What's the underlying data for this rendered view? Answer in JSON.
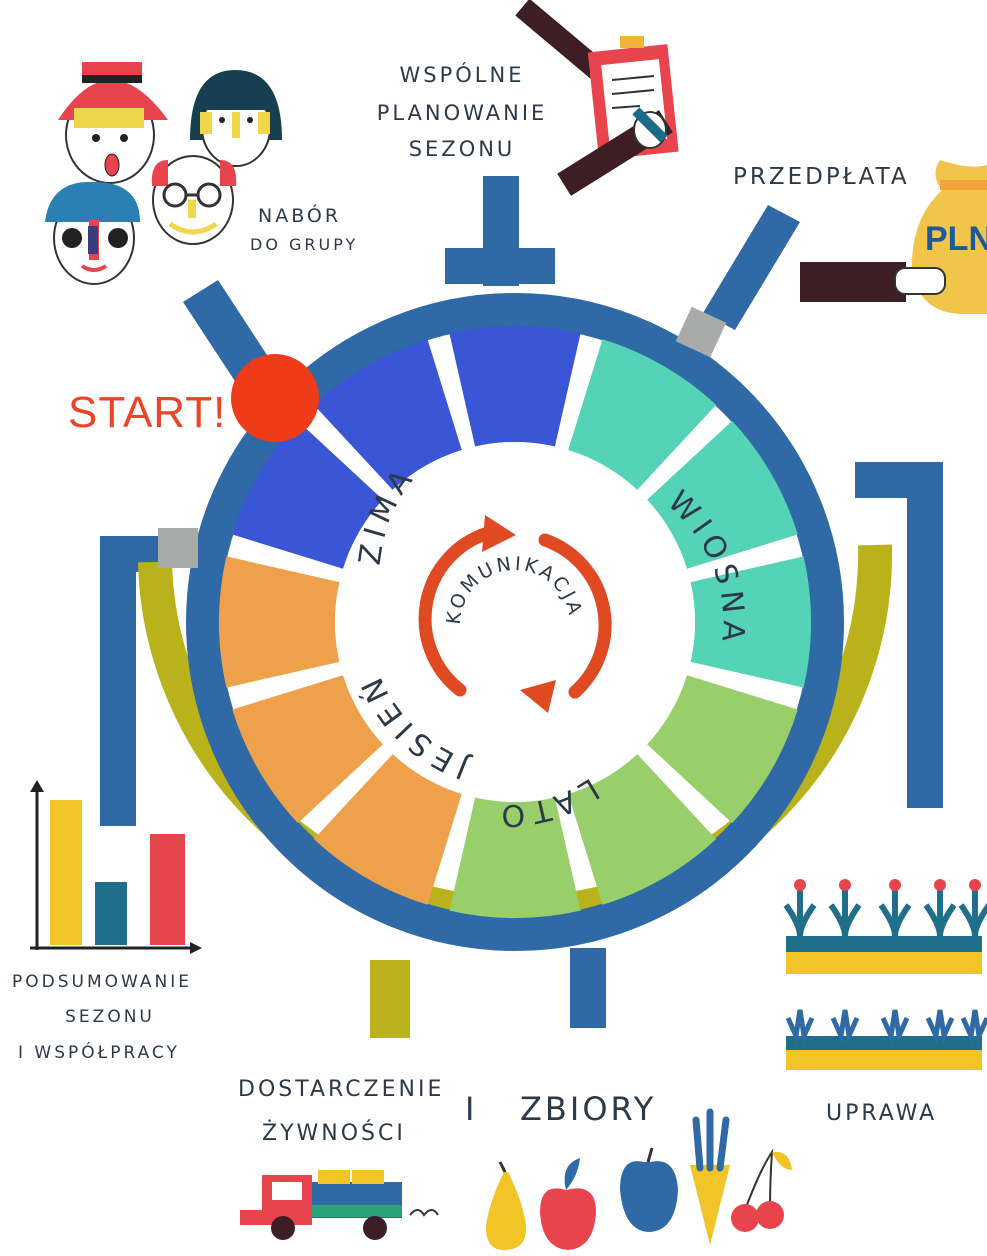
{
  "labels": {
    "start": "START!",
    "recruitment_line1": "NABÓR",
    "recruitment_line2": "DO GRUPY",
    "planning_line1": "WSPÓLNE",
    "planning_line2": "PLANOWANIE",
    "planning_line3": "SEZONU",
    "prepayment": "PRZEDPŁATA",
    "pln": "PLN",
    "summary_line1": "PODSUMOWANIE",
    "summary_line2": "SEZONU",
    "summary_line3": "I WSPÓŁPRACY",
    "delivery_line1": "DOSTARCZENIE",
    "delivery_line2": "ŻYWNOŚCI",
    "and": "I",
    "harvest": "ZBIORY",
    "cultivation": "UPRAWA"
  },
  "seasons": {
    "winter": "ZIMA",
    "spring": "WIOSNA",
    "summer": "LATO",
    "autumn": "JESIEŃ"
  },
  "center": {
    "communication": "KOMUNIKACJA"
  },
  "colors": {
    "frame": "#2f6aa6",
    "olive": "#b9b21b",
    "start": "#ee3b18",
    "winter": "#3a55d6",
    "spring": "#55d3b6",
    "summer": "#98cf6a",
    "autumn": "#eea14a",
    "arrows": "#e04a22",
    "grey": "#a9abab"
  }
}
